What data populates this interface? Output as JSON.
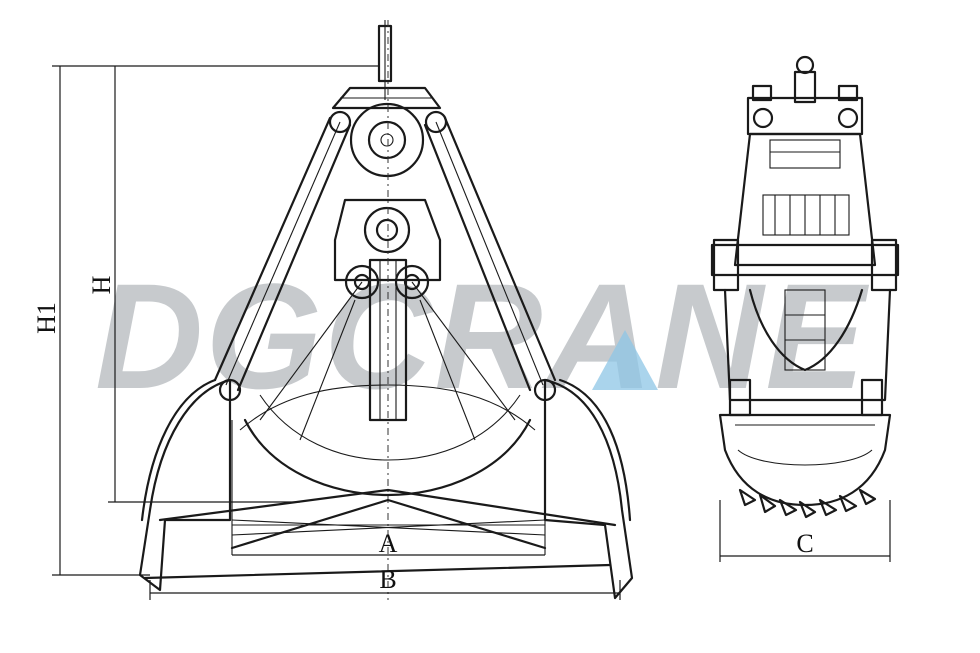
{
  "watermark": {
    "text": "DGCRANE",
    "accent_color": "#8ec5e6",
    "text_color": "#9aa0a6"
  },
  "dimension_labels": {
    "h1": "H1",
    "h": "H",
    "a": "A",
    "b": "B",
    "c": "C"
  },
  "colors": {
    "line": "#1a1a1a",
    "background": "#ffffff"
  }
}
